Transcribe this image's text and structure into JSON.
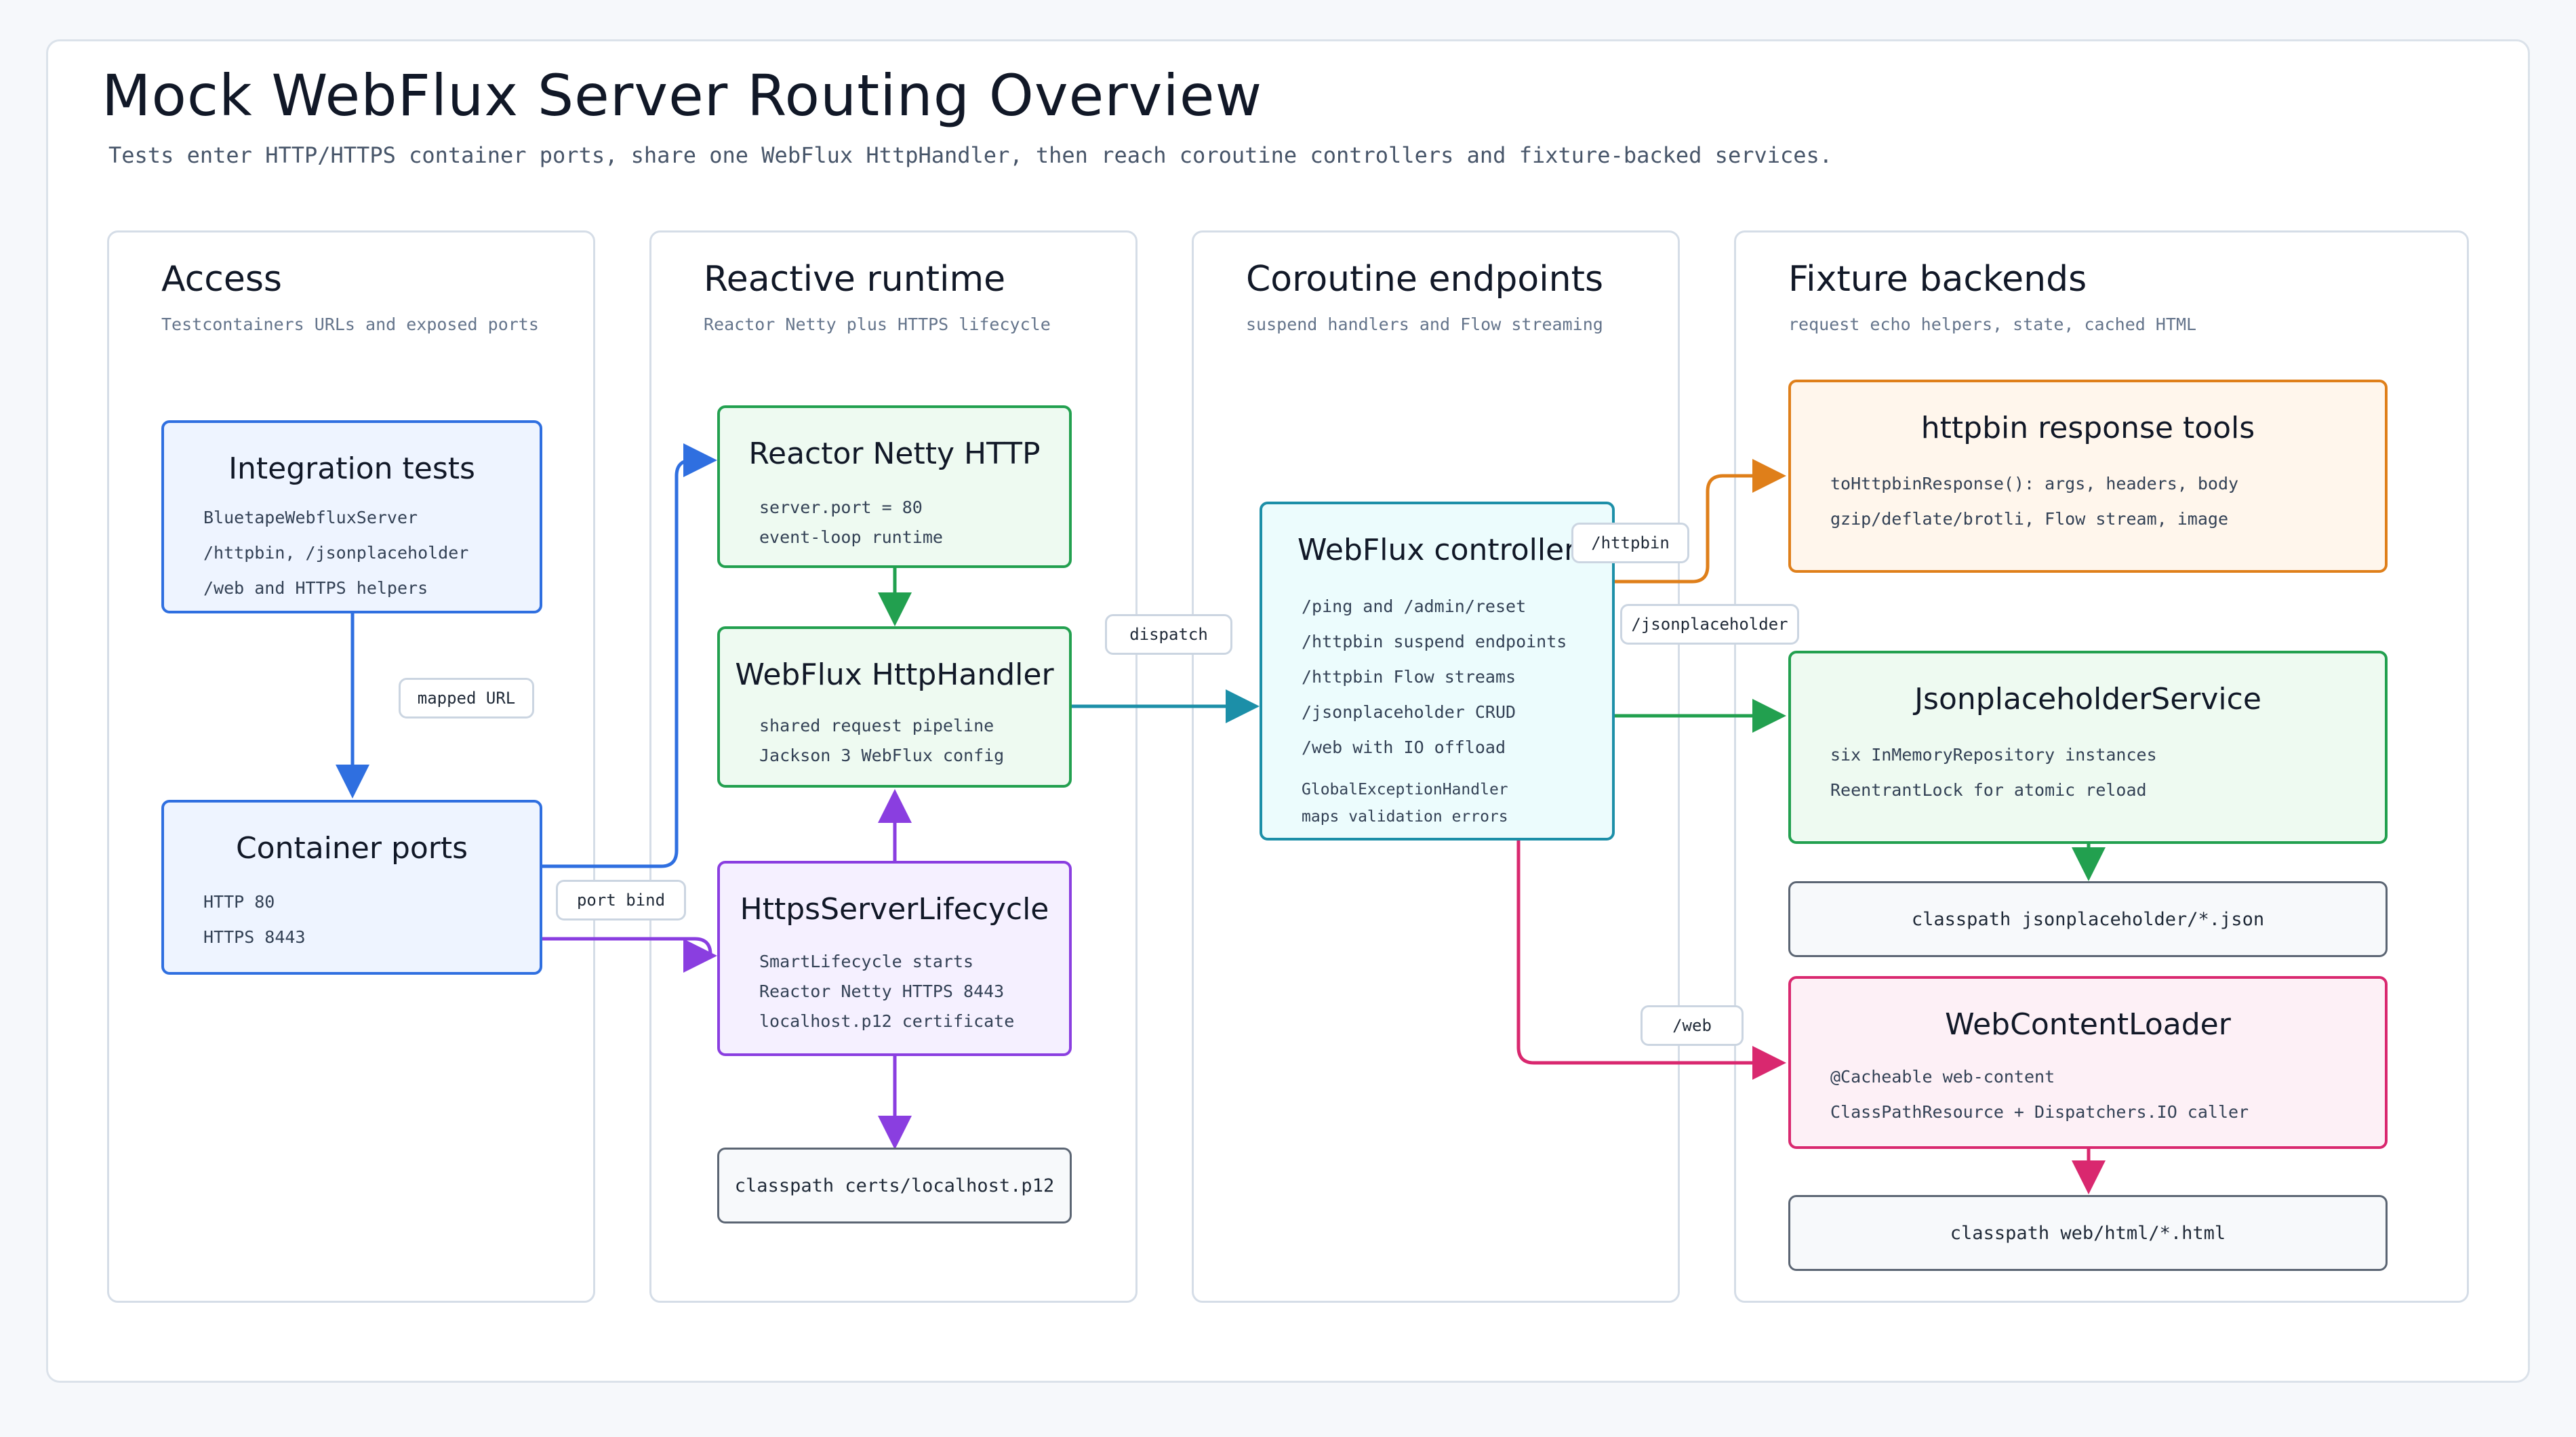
{
  "title": "Mock WebFlux Server Routing Overview",
  "subtitle": "Tests enter HTTP/HTTPS container ports, share one WebFlux HttpHandler, then reach coroutine controllers and fixture-backed services.",
  "columns": [
    {
      "title": "Access",
      "subtitle": "Testcontainers URLs and exposed ports"
    },
    {
      "title": "Reactive runtime",
      "subtitle": "Reactor Netty plus HTTPS lifecycle"
    },
    {
      "title": "Coroutine endpoints",
      "subtitle": "suspend handlers and Flow streaming"
    },
    {
      "title": "Fixture backends",
      "subtitle": "request echo helpers, state, cached HTML"
    }
  ],
  "nodes": {
    "integration_tests": {
      "title": "Integration tests",
      "lines": [
        "BluetapeWebfluxServer",
        "/httpbin, /jsonplaceholder",
        "/web and HTTPS helpers"
      ]
    },
    "container_ports": {
      "title": "Container ports",
      "lines": [
        "HTTP 80",
        "HTTPS 8443"
      ]
    },
    "reactor_netty": {
      "title": "Reactor Netty HTTP",
      "lines": [
        "server.port = 80",
        "event-loop runtime"
      ]
    },
    "webflux_handler": {
      "title": "WebFlux HttpHandler",
      "lines": [
        "shared request pipeline",
        "Jackson 3 WebFlux config"
      ]
    },
    "https_lifecycle": {
      "title": "HttpsServerLifecycle",
      "lines": [
        "SmartLifecycle starts",
        "Reactor Netty HTTPS 8443",
        "localhost.p12 certificate"
      ]
    },
    "certs": {
      "label": "classpath certs/localhost.p12"
    },
    "controllers": {
      "title": "WebFlux controllers",
      "lines": [
        "/ping and /admin/reset",
        "/httpbin suspend endpoints",
        "/httpbin Flow streams",
        "/jsonplaceholder CRUD",
        "/web with IO offload"
      ],
      "notes": [
        "GlobalExceptionHandler",
        "maps validation errors"
      ]
    },
    "httpbin_tools": {
      "title": "httpbin response tools",
      "lines": [
        "toHttpbinResponse(): args, headers, body",
        "gzip/deflate/brotli, Flow stream, image"
      ]
    },
    "jsonplaceholder_service": {
      "title": "JsonplaceholderService",
      "lines": [
        "six InMemoryRepository instances",
        "ReentrantLock for atomic reload"
      ]
    },
    "json_fixtures": {
      "label": "classpath jsonplaceholder/*.json"
    },
    "web_loader": {
      "title": "WebContentLoader",
      "lines": [
        "@Cacheable web-content",
        "ClassPathResource + Dispatchers.IO caller"
      ]
    },
    "html_fixtures": {
      "label": "classpath web/html/*.html"
    }
  },
  "edge_labels": {
    "mapped_url": "mapped URL",
    "port_bind": "port bind",
    "dispatch": "dispatch",
    "httpbin": "/httpbin",
    "jsonplaceholder": "/jsonplaceholder",
    "web": "/web"
  },
  "colors": {
    "blue": "#2f6fe0",
    "green": "#22a04f",
    "purple": "#8a3ee0",
    "teal": "#1c8fa8",
    "orange": "#df7f1a",
    "pink": "#d9286f"
  }
}
